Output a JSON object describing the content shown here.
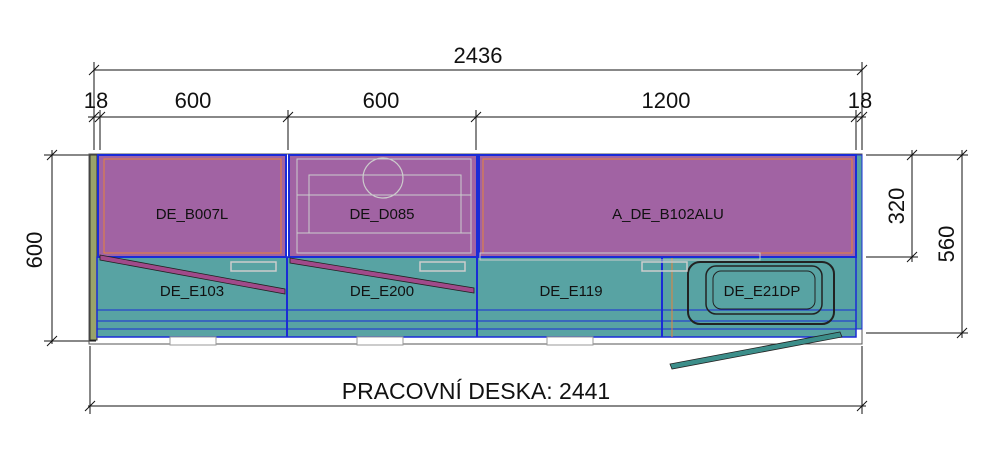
{
  "colors": {
    "upper_fill": "#a163a3",
    "lower_fill": "#58a3a3",
    "module_outline": "#1a2bd6",
    "accent_orange": "#e8833a",
    "diag_upper": "#a04a8a",
    "diag_lower": "#3c8e8a",
    "side_panel": "#9aa36a",
    "dim_line": "#111111"
  },
  "dimensions": {
    "overall_width": "2436",
    "seg_left_panel": "18",
    "seg_1": "600",
    "seg_2": "600",
    "seg_3": "1200",
    "seg_right_panel": "18",
    "depth_total": "600",
    "depth_upper": "320",
    "depth_cabinet": "560"
  },
  "modules": {
    "upper": [
      {
        "label": "DE_B007L"
      },
      {
        "label": "DE_D085"
      },
      {
        "label": "A_DE_B102ALU"
      }
    ],
    "lower": [
      {
        "label": "DE_E103"
      },
      {
        "label": "DE_E200"
      },
      {
        "label": "DE_E119"
      },
      {
        "label": "DE_E21DP"
      }
    ]
  },
  "worktop": {
    "label": "PRACOVNÍ DESKA: 2441"
  }
}
